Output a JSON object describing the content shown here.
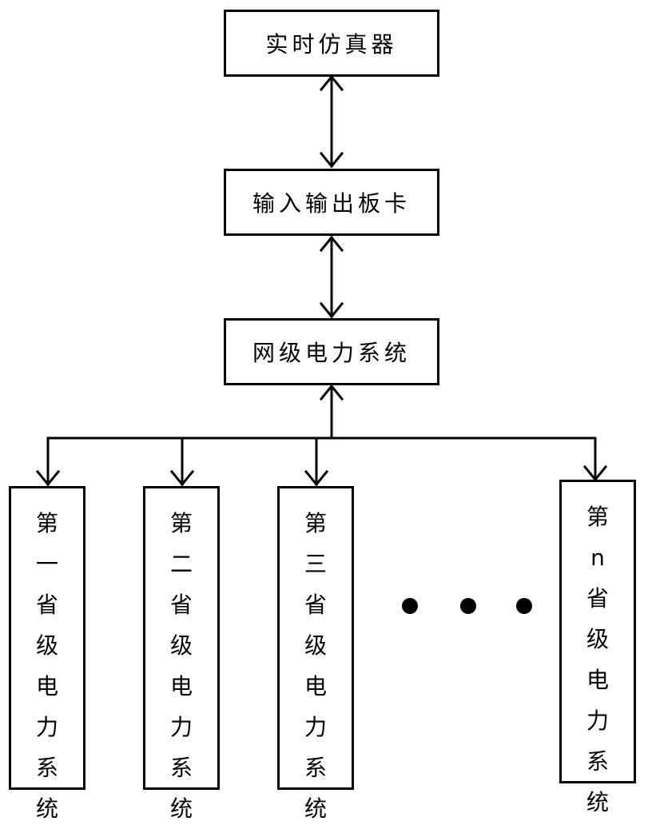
{
  "diagram": {
    "top_box": "实时仿真器",
    "io_card_box": "输入输出板卡",
    "grid_system_box": "网级电力系统",
    "provincial_systems": [
      {
        "chars": [
          "第",
          "一",
          "省",
          "级",
          "电",
          "力",
          "系",
          "统"
        ]
      },
      {
        "chars": [
          "第",
          "二",
          "省",
          "级",
          "电",
          "力",
          "系",
          "统"
        ]
      },
      {
        "chars": [
          "第",
          "三",
          "省",
          "级",
          "电",
          "力",
          "系",
          "统"
        ]
      },
      {
        "chars": [
          "第",
          "n",
          "省",
          "级",
          "电",
          "力",
          "系",
          "统"
        ]
      }
    ],
    "ellipsis_dot_count": 3
  },
  "colors": {
    "line": "#000000",
    "box_border": "#000000",
    "background": "#ffffff"
  }
}
